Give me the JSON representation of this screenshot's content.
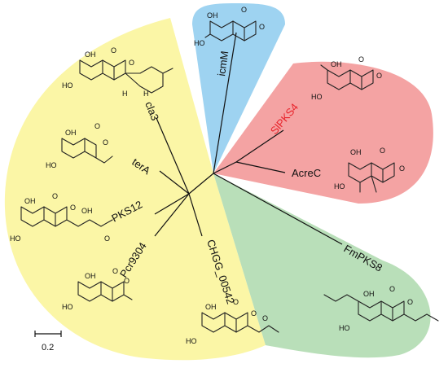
{
  "colors": {
    "yellow_clade": "#fbf6a6",
    "blue_clade": "#9ed3f1",
    "red_clade": "#f4a3a3",
    "green_clade": "#b9dfb9",
    "highlight_label": "#e8222a"
  },
  "leaves": {
    "cla3": "cla3",
    "icmM": "icmM",
    "SlPKS4": "SlPKS4",
    "AcreC": "AcreC",
    "terA": "terA",
    "PKS12": "PKS12",
    "Pcr9304": "Pcr9304",
    "CHGG_00542": "CHGG_00542",
    "FmPKS8": "FmPKS8"
  },
  "scale_bar": {
    "value": "0.2"
  },
  "atoms": {
    "oh": "OH",
    "ho": "HO",
    "o": "O",
    "h": "H"
  }
}
